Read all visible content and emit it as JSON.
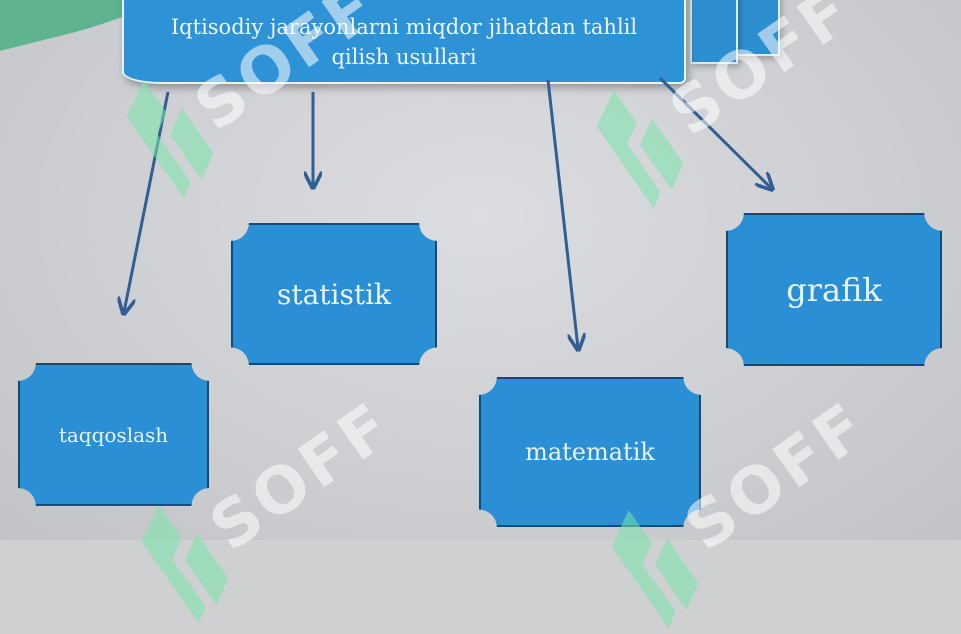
{
  "title": {
    "text": "Iqtisodiy jarayonlarni miqdor jihatdan tahlil qilish usullari"
  },
  "nodes": {
    "statistik": "statistik",
    "grafik": "grafik",
    "taqqoslash": "taqqoslash",
    "matematik": "matematik"
  },
  "watermark": {
    "text": "SOFF"
  },
  "colors": {
    "box_fill": "#2b8fd6",
    "box_border": "#134a78",
    "arrow": "#2f5f93",
    "background": "#cfd0d2",
    "watermark": "#ffffff"
  }
}
